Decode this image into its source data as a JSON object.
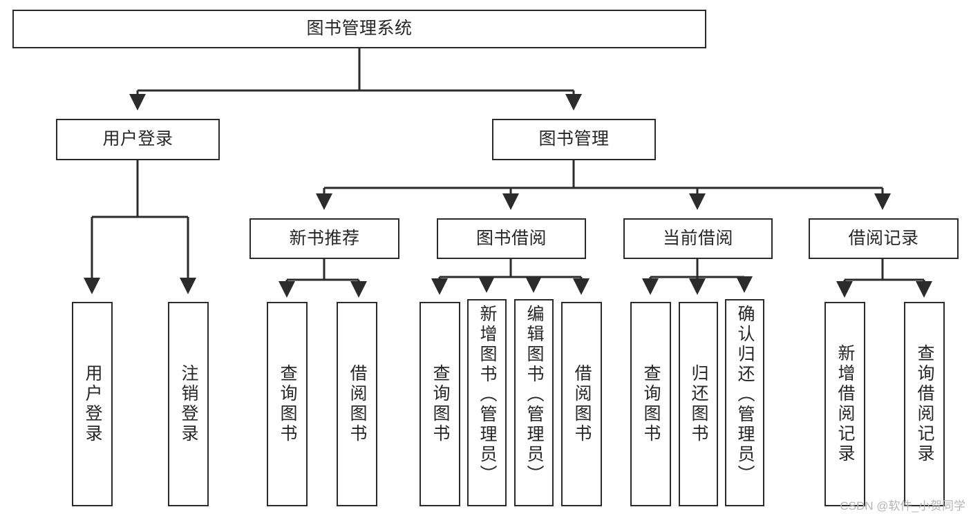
{
  "diagram": {
    "title": "图书管理系统",
    "type": "tree-hierarchy-diagram",
    "accent_color": "#2b2b2b",
    "background_color": "#ffffff",
    "nodes": {
      "root": {
        "label": "图书管理系统"
      },
      "level1": [
        {
          "id": "user-login",
          "label": "用户登录"
        },
        {
          "id": "book-management",
          "label": "图书管理"
        }
      ],
      "level2": [
        {
          "id": "new-book-recommend",
          "label": "新书推荐"
        },
        {
          "id": "book-borrow",
          "label": "图书借阅"
        },
        {
          "id": "current-borrow",
          "label": "当前借阅"
        },
        {
          "id": "borrow-record",
          "label": "借阅记录"
        }
      ],
      "leaves": {
        "user-login": [
          {
            "id": "leaf-user-login",
            "label": "用户登录"
          },
          {
            "id": "leaf-logout-login",
            "label": "注销登录"
          }
        ],
        "new-book-recommend": [
          {
            "id": "leaf-query-book-1",
            "label": "查询图书"
          },
          {
            "id": "leaf-borrow-book-1",
            "label": "借阅图书"
          }
        ],
        "book-borrow": [
          {
            "id": "leaf-query-book-2",
            "label": "查询图书"
          },
          {
            "id": "leaf-add-book",
            "label": "新增图书（管理员）"
          },
          {
            "id": "leaf-edit-book",
            "label": "编辑图书（管理员）"
          },
          {
            "id": "leaf-borrow-book-2",
            "label": "借阅图书"
          }
        ],
        "current-borrow": [
          {
            "id": "leaf-query-book-3",
            "label": "查询图书"
          },
          {
            "id": "leaf-return-book",
            "label": "归还图书"
          },
          {
            "id": "leaf-confirm-return",
            "label": "确认归还（管理员）"
          }
        ],
        "borrow-record": [
          {
            "id": "leaf-add-record",
            "label": "新增借阅记录"
          },
          {
            "id": "leaf-query-record",
            "label": "查询借阅记录"
          }
        ]
      }
    }
  },
  "watermark": {
    "text": "CSDN @软件_小贺同学"
  }
}
